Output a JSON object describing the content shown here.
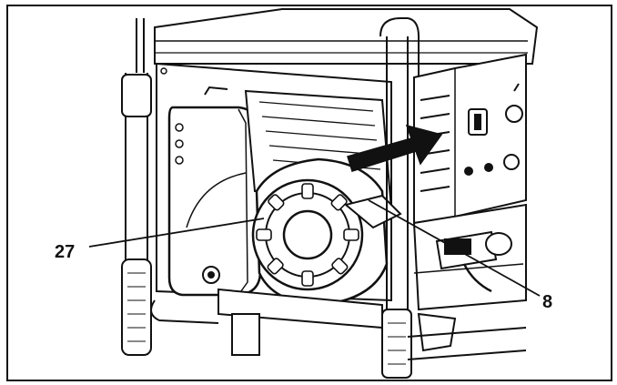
{
  "diagram": {
    "callouts": [
      {
        "id": "callout-27",
        "label": "27"
      },
      {
        "id": "callout-8",
        "label": "8"
      }
    ],
    "arrow": {
      "direction": "right",
      "color": "#111111"
    },
    "colors": {
      "line": "#111111",
      "fill": "#ffffff",
      "shade": "#d9d9d9"
    }
  }
}
